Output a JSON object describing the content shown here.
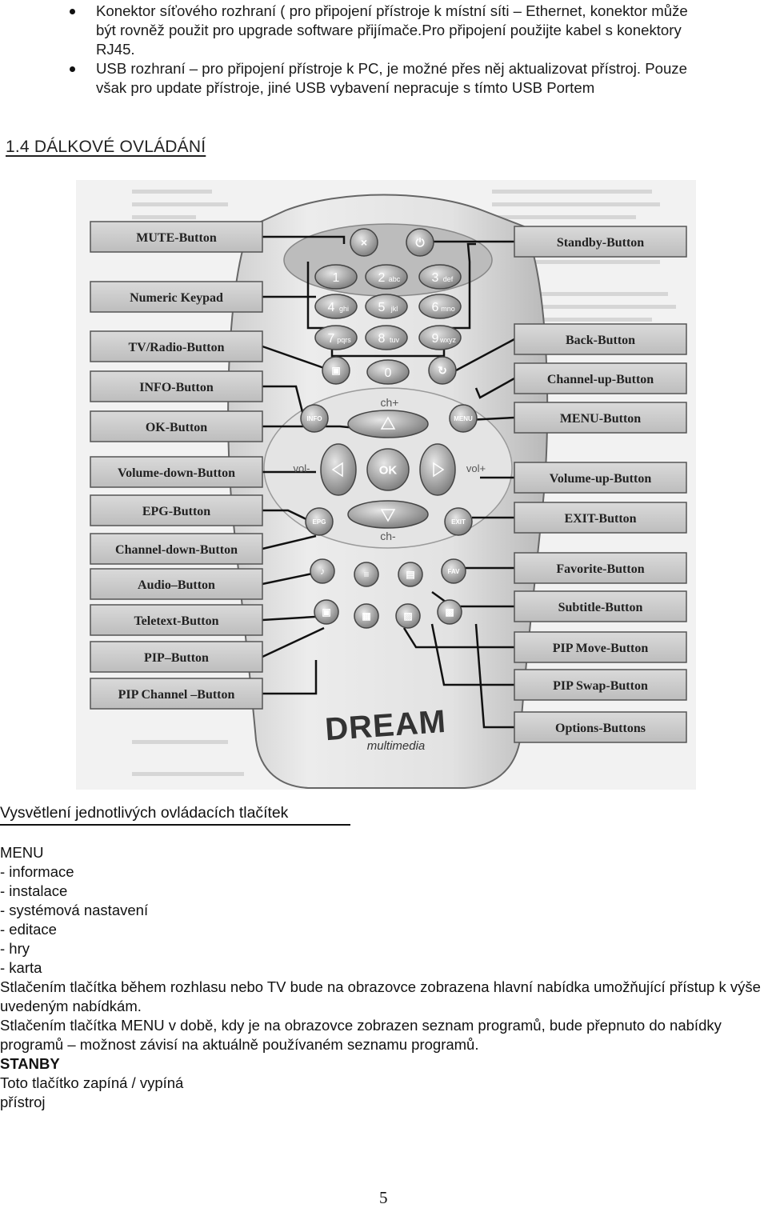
{
  "bullets": [
    {
      "line1": "Konektor síťového rozhraní ( pro připojení přístroje k místní síti – Ethernet, konektor může",
      "line2": "být rovněž použit pro upgrade software přijímače.Pro připojení použijte kabel s konektory",
      "line3": "RJ45."
    },
    {
      "line1": "USB rozhraní – pro připojení přístroje k PC, je možné přes něj aktualizovat přístroj. Pouze",
      "line2": "však pro update přístroje, jiné USB vybavení nepracuje s tímto USB Portem"
    }
  ],
  "section_title": "1.4 DÁLKOVÉ OVLÁDÁNÍ",
  "remote": {
    "brand_logo": "DREAM",
    "brand_sub": "multimedia",
    "left_labels": [
      "MUTE-Button",
      "Numeric Keypad",
      "TV/Radio-Button",
      "INFO-Button",
      "OK-Button",
      "Volume-down-Button",
      "EPG-Button",
      "Channel-down-Button",
      "Audio–Button",
      "Teletext-Button",
      "PIP–Button",
      "PIP Channel –Button"
    ],
    "right_labels": [
      "Standby-Button",
      "Back-Button",
      "Channel-up-Button",
      "MENU-Button",
      "Volume-up-Button",
      "EXIT-Button",
      "Favorite-Button",
      "Subtitle-Button",
      "PIP Move-Button",
      "PIP Swap-Button",
      "Options-Buttons"
    ],
    "keys": [
      {
        "n": "1",
        "s": ""
      },
      {
        "n": "2",
        "s": "abc"
      },
      {
        "n": "3",
        "s": "def"
      },
      {
        "n": "4",
        "s": "ghi"
      },
      {
        "n": "5",
        "s": "jkl"
      },
      {
        "n": "6",
        "s": "mno"
      },
      {
        "n": "7",
        "s": "pqrs"
      },
      {
        "n": "8",
        "s": "tuv"
      },
      {
        "n": "9",
        "s": "wxyz"
      }
    ],
    "zero": "0",
    "info": "INFO",
    "menu": "MENU",
    "ok": "OK",
    "epg": "EPG",
    "exit": "EXIT",
    "fav": "FAV",
    "ch_plus": "ch+",
    "ch_minus": "ch-",
    "vol_minus": "vol-",
    "vol_plus": "vol+"
  },
  "explanation": {
    "title": "Vysvětlení jednotlivých ovládacích  tlačítek",
    "menu_heading": "MENU",
    "menu_items": [
      "- informace",
      "- instalace",
      "- systémová nastavení",
      "- editace",
      "- hry",
      "- karta"
    ],
    "para1": "Stlačením tlačítka během rozhlasu nebo TV bude na obrazovce zobrazena hlavní nabídka umožňující přístup k výše uvedeným nabídkám.",
    "para2": "Stlačením tlačítka MENU v době, kdy je na obrazovce zobrazen seznam programů, bude přepnuto do nabídky programů – možnost závisí na aktuálně používaném seznamu programů.",
    "standby_heading": "STANBY",
    "standby_line1": "Toto tlačítko zapíná / vypíná",
    "standby_line2": "přístroj"
  },
  "page_number": "5"
}
